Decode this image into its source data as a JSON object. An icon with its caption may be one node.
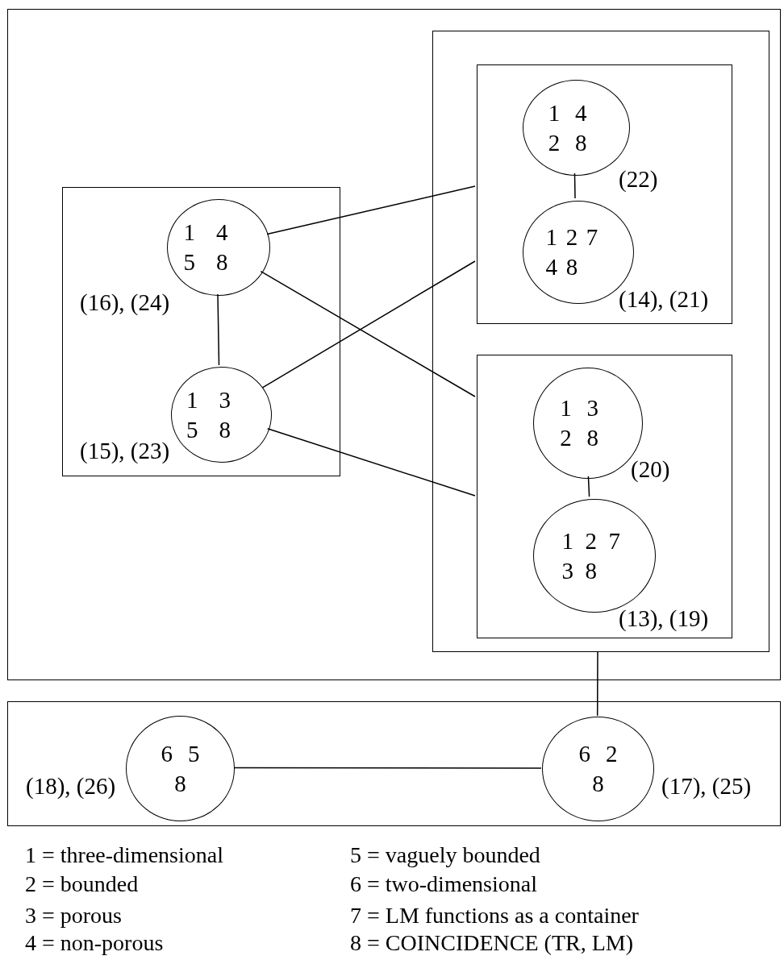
{
  "diagram": {
    "nodes": [
      {
        "text": [],
        "shape": "box"
      },
      {
        "text": [],
        "shape": "box",
        "in": 0
      },
      {
        "text": [
          "1 4 5 8"
        ],
        "in": 1,
        "beside": [
          "(16), (24)"
        ]
      },
      {
        "text": [
          "1 3 5 8"
        ],
        "in": 1,
        "beside": [
          "(15), (23)"
        ]
      },
      {
        "text": [],
        "shape": "box",
        "in": 0
      },
      {
        "text": [],
        "shape": "box",
        "in": 4
      },
      {
        "text": [
          "1 4 2 8"
        ],
        "in": 5,
        "beside": [
          "(22)"
        ]
      },
      {
        "text": [
          "1 2 7 4 8"
        ],
        "in": 5,
        "beside": [
          "(14), (21)"
        ]
      },
      {
        "text": [],
        "shape": "box",
        "in": 4
      },
      {
        "text": [
          "1 3 2 8"
        ],
        "in": 8,
        "beside": [
          "(20)"
        ]
      },
      {
        "text": [
          "1 2 7 3 8"
        ],
        "in": 8,
        "beside": [
          "(13), (19)"
        ]
      },
      {
        "text": [],
        "shape": "box"
      },
      {
        "text": [
          "6 5 8"
        ],
        "in": 11,
        "beside": [
          "(18), (26)"
        ]
      },
      {
        "text": [
          "6 2 8"
        ],
        "in": 11,
        "beside": [
          "(17), (25)"
        ]
      }
    ],
    "edges": [
      {
        "from": 2,
        "to": 3,
        "arrow": "none"
      },
      {
        "from": 2,
        "to": 5,
        "arrow": "none"
      },
      {
        "from": 2,
        "to": 8,
        "arrow": "none"
      },
      {
        "from": 3,
        "to": 5,
        "arrow": "none"
      },
      {
        "from": 3,
        "to": 8,
        "arrow": "none"
      },
      {
        "from": 6,
        "to": 7,
        "arrow": "none"
      },
      {
        "from": 9,
        "to": 10,
        "arrow": "none"
      },
      {
        "from": 4,
        "to": 13,
        "arrow": "none"
      },
      {
        "from": 12,
        "to": 13,
        "arrow": "none"
      }
    ],
    "labels": [
      "1 = three-dimensional",
      "5 = vaguely bounded",
      "2 = bounded",
      "6 = two-dimensional",
      "3 = porous",
      "7 = LM functions as a container",
      "4 = non-porous",
      "8 = COINCIDENCE (TR, LM)"
    ]
  }
}
